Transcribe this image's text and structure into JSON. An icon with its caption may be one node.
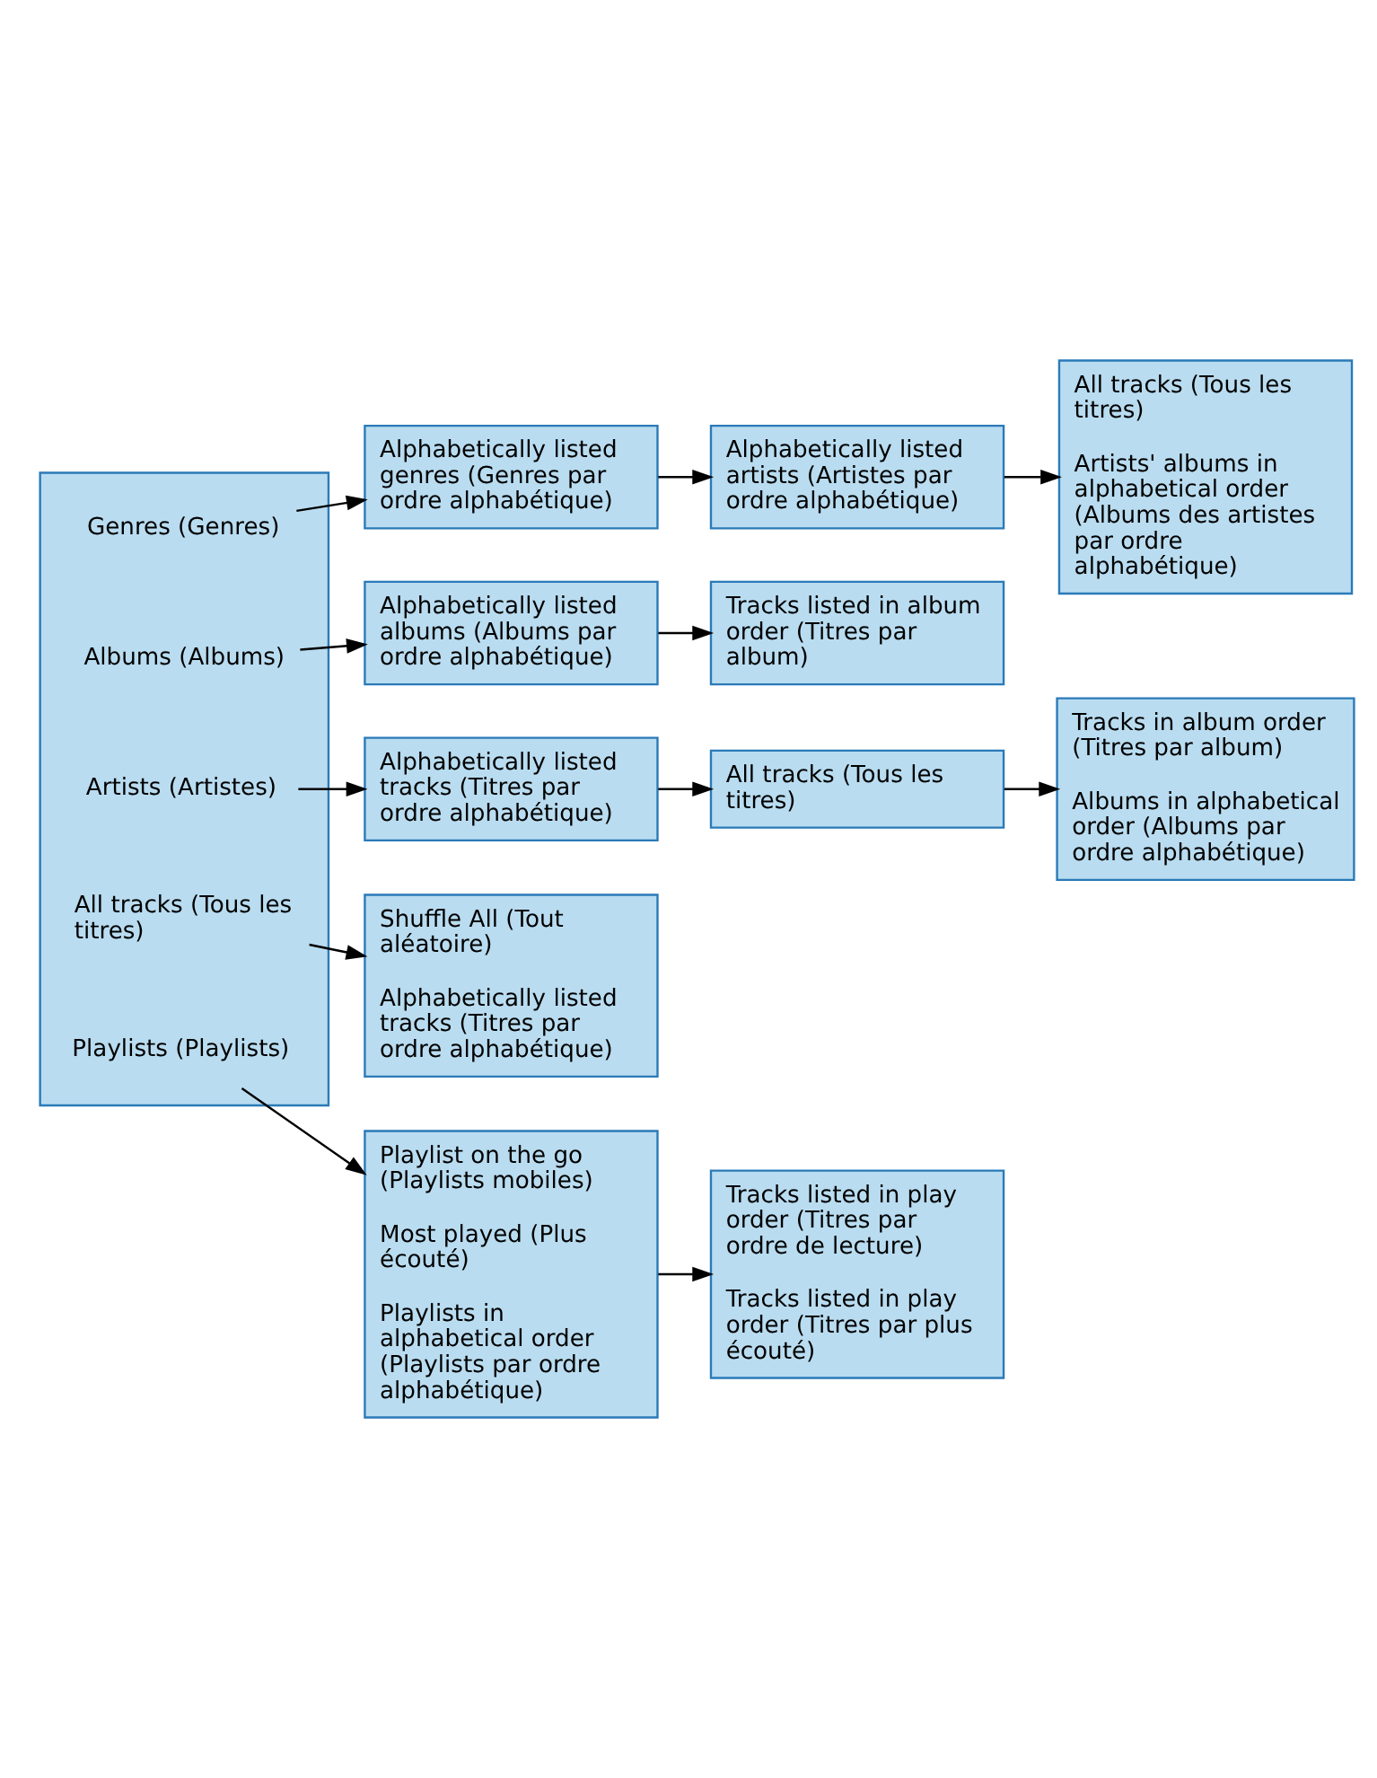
{
  "diagram": {
    "nodes": [
      {
        "text": [],
        "shape": "box"
      },
      {
        "text": [
          "Playlists (Playlists)"
        ],
        "in": 0
      },
      {
        "text": [
          "All tracks (Tous les titres)"
        ],
        "in": 0
      },
      {
        "text": [
          "Artists (Artistes)"
        ],
        "in": 0
      },
      {
        "text": [
          "Albums (Albums)"
        ],
        "in": 0
      },
      {
        "text": [
          "Genres (Genres)"
        ],
        "in": 0
      },
      {
        "text": [
          "Playlist on the go (Playlists mobiles)",
          "Most played (Plus écouté)",
          "Playlists in alphabetical order (Playlists par ordre alphabétique)"
        ]
      },
      {
        "text": [
          "Tracks listed in play order (Titres par ordre de lecture)",
          "Tracks listed in play order (Titres par plus écouté)"
        ]
      },
      {
        "text": [
          "Shuffle All (Tout aléatoire)",
          "Alphabetically listed tracks (Titres par ordre alphabétique)"
        ]
      },
      {
        "text": [
          "Alphabetically listed tracks (Titres par ordre alphabétique)"
        ]
      },
      {
        "text": [
          "All tracks (Tous les titres)"
        ]
      },
      {
        "text": [
          "Tracks in album order (Titres par album)",
          "Albums in alphabetical order (Albums par ordre alphabétique)"
        ]
      },
      {
        "text": [
          "Alphabetically listed albums (Albums par ordre alphabétique)"
        ]
      },
      {
        "text": [
          "Tracks listed in album order (Titres par album)"
        ]
      },
      {
        "text": [
          "Alphabetically listed genres (Genres par ordre alphabétique)"
        ]
      },
      {
        "text": [
          "Alphabetically listed artists (Artistes par ordre alphabétique)"
        ]
      },
      {
        "text": [
          "All tracks (Tous les titres)",
          "Artists' albums in alphabetical order (Albums des artistes par ordre alphabétique)"
        ]
      }
    ],
    "edges": [
      {
        "from": 1,
        "to": 6,
        "arrow": "to"
      },
      {
        "from": 6,
        "to": 7,
        "arrow": "to"
      },
      {
        "from": 2,
        "to": 8,
        "arrow": "to"
      },
      {
        "from": 3,
        "to": 9,
        "arrow": "to"
      },
      {
        "from": 9,
        "to": 10,
        "arrow": "to"
      },
      {
        "from": 10,
        "to": 11,
        "arrow": "to"
      },
      {
        "from": 4,
        "to": 12,
        "arrow": "to"
      },
      {
        "from": 12,
        "to": 13,
        "arrow": "to"
      },
      {
        "from": 5,
        "to": 14,
        "arrow": "to"
      },
      {
        "from": 14,
        "to": 15,
        "arrow": "to"
      },
      {
        "from": 15,
        "to": 16,
        "arrow": "to"
      }
    ]
  }
}
